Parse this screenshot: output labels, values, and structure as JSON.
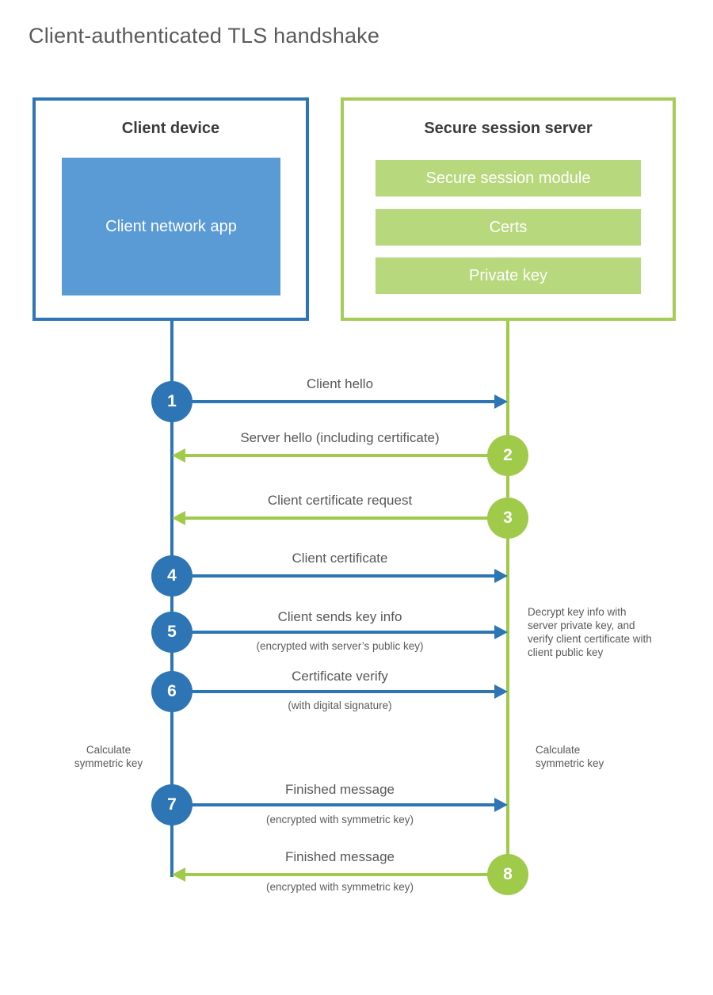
{
  "title": "Client-authenticated TLS handshake",
  "colors": {
    "blue_primary": "#2e75b6",
    "blue_fill": "#5b9bd5",
    "green_primary": "#9fca4a",
    "green_fill": "#b7d87c",
    "heading_text": "#3b3b3d",
    "label_text": "#57585a"
  },
  "client_box": {
    "title": "Client device",
    "node": "Client network app"
  },
  "server_box": {
    "title": "Secure session server",
    "nodes": [
      "Secure session module",
      "Certs",
      "Private key"
    ]
  },
  "messages": [
    {
      "num": "1",
      "from": "client",
      "direction": "right",
      "label": "Client hello",
      "sublabel": ""
    },
    {
      "num": "2",
      "from": "server",
      "direction": "left",
      "label": "Server hello (including certificate)",
      "sublabel": ""
    },
    {
      "num": "3",
      "from": "server",
      "direction": "left",
      "label": "Client certificate request",
      "sublabel": ""
    },
    {
      "num": "4",
      "from": "client",
      "direction": "right",
      "label": "Client certificate",
      "sublabel": ""
    },
    {
      "num": "5",
      "from": "client",
      "direction": "right",
      "label": "Client sends key info",
      "sublabel": "(encrypted with server’s public key)"
    },
    {
      "num": "6",
      "from": "client",
      "direction": "right",
      "label": "Certificate verify",
      "sublabel": "(with digital signature)"
    },
    {
      "num": "7",
      "from": "client",
      "direction": "right",
      "label": "Finished message",
      "sublabel": "(encrypted with symmetric key)"
    },
    {
      "num": "8",
      "from": "server",
      "direction": "left",
      "label": "Finished message",
      "sublabel": "(encrypted with symmetric key)"
    }
  ],
  "annotations": {
    "decrypt_note": "Decrypt key info with server private key, and verify client certificate with client public key",
    "calc_left": "Calculate symmetric key",
    "calc_right": "Calculate symmetric key"
  }
}
